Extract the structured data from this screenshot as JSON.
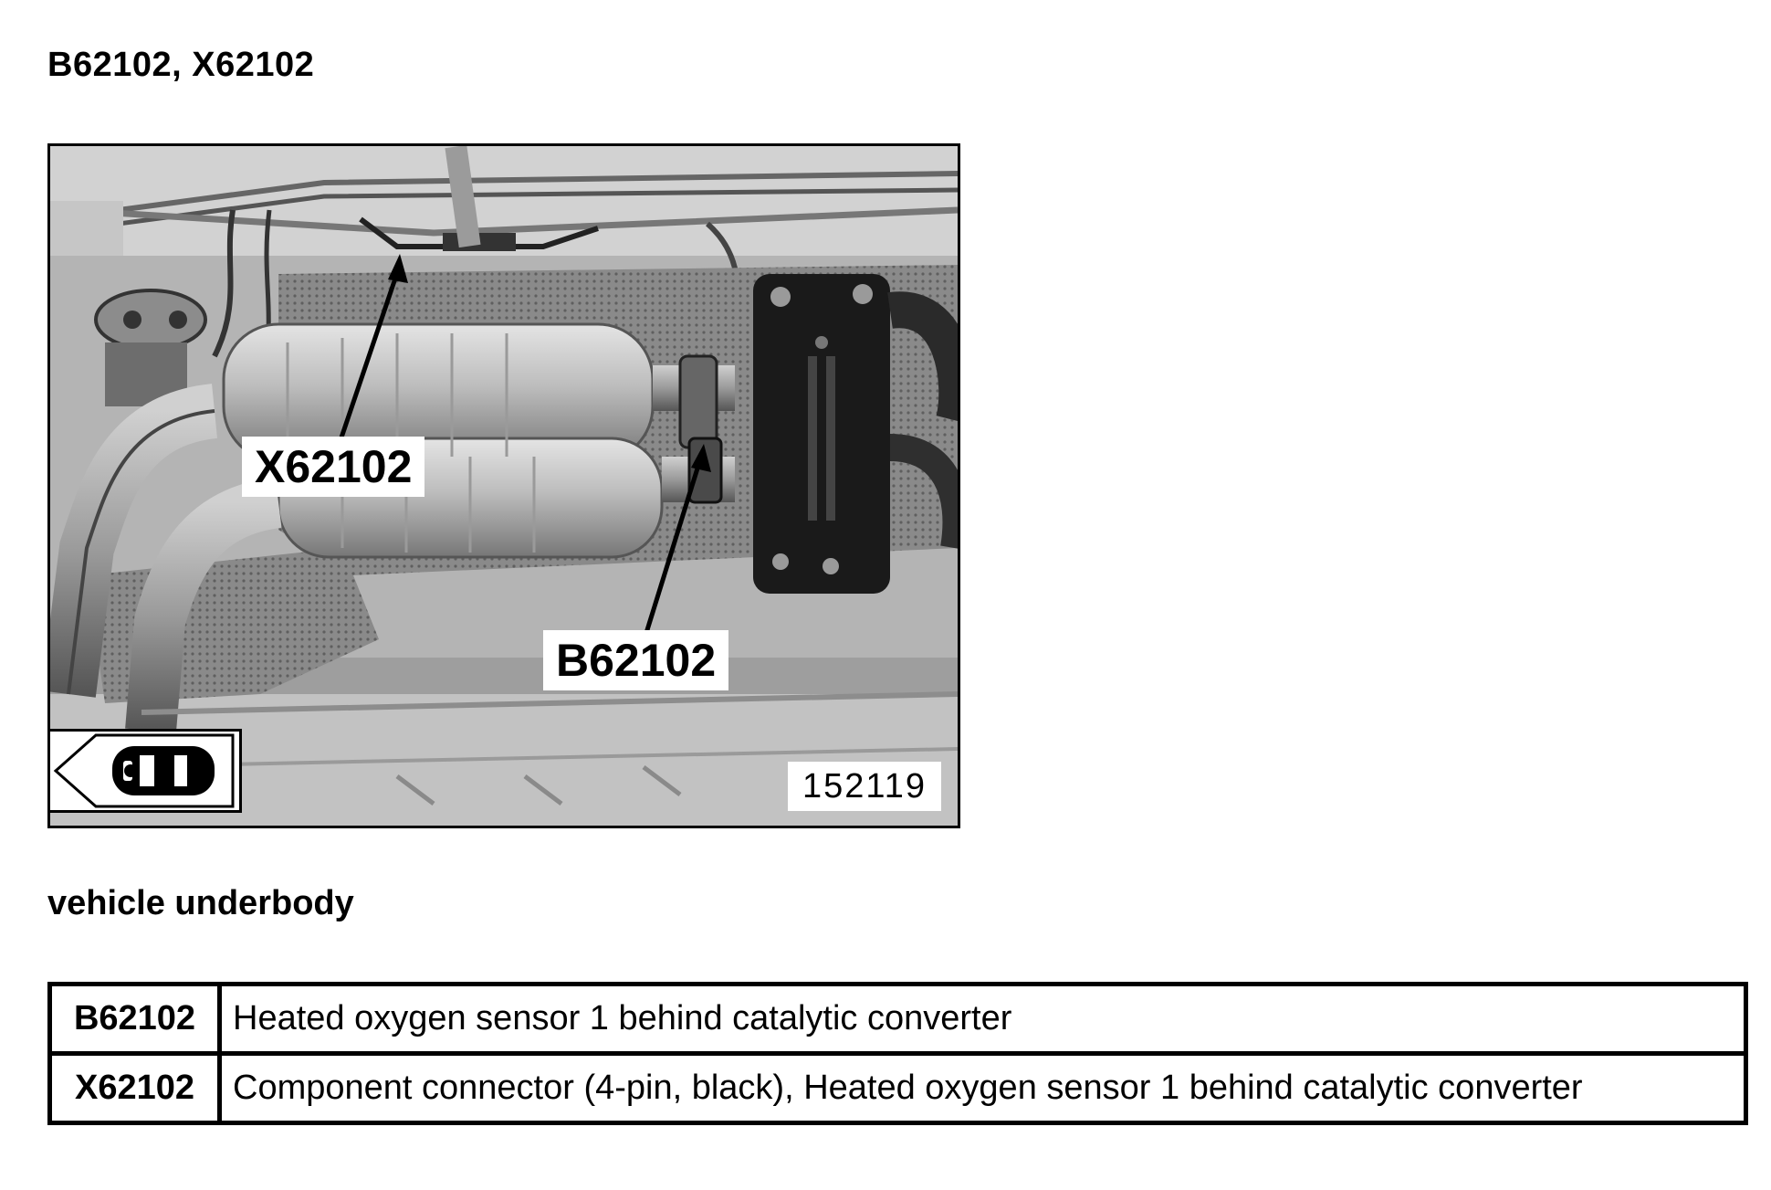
{
  "header": {
    "title": "B62102, X62102"
  },
  "figure": {
    "callouts": {
      "connector": "X62102",
      "sensor": "B62102"
    },
    "reference_number": "152119",
    "orientation_icon": "vehicle-front-arrow-icon"
  },
  "caption": "vehicle underbody",
  "legend": {
    "rows": [
      {
        "code": "B62102",
        "description": "Heated oxygen sensor 1 behind catalytic converter"
      },
      {
        "code": "X62102",
        "description": "Component connector (4-pin, black), Heated oxygen sensor 1 behind catalytic converter"
      }
    ]
  }
}
